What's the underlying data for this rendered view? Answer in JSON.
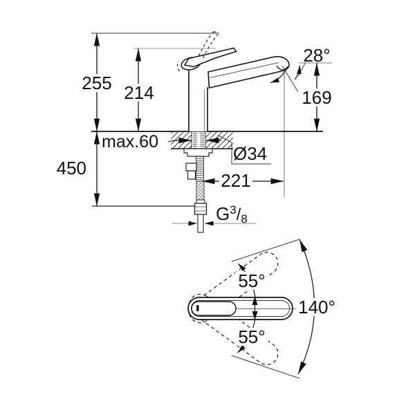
{
  "drawing": {
    "kind": "faucet-installation-dimension-drawing",
    "front_view": {
      "overall_height": "255",
      "spout_height": "214",
      "spout_angle": "28°",
      "outlet_height": "169",
      "max_deck_thickness": "max.60",
      "hole_diameter": "Ø34",
      "spout_reach": "221",
      "hose_length": "450",
      "connection": {
        "prefix": "G",
        "numerator": "3",
        "slash": "/",
        "denominator": "8"
      }
    },
    "top_view": {
      "swivel_upper": "55°",
      "swivel_lower": "55°",
      "swivel_total": "140°"
    }
  }
}
